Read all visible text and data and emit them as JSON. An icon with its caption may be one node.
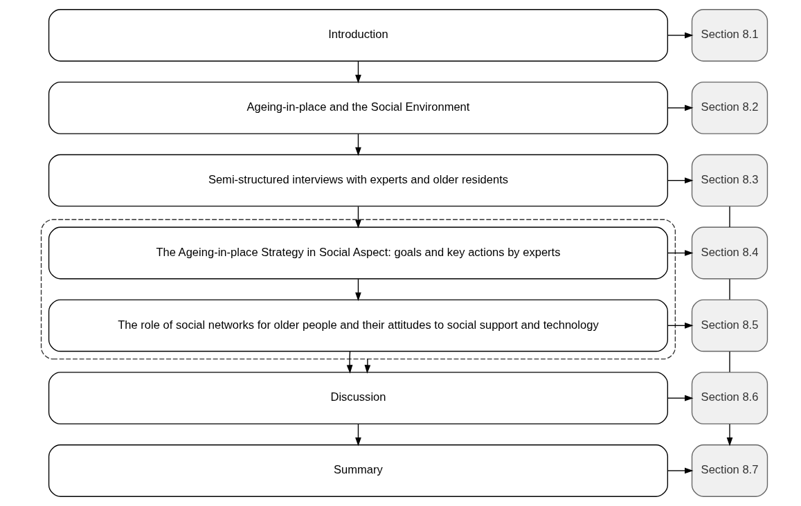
{
  "diagram": {
    "nodes": [
      {
        "text": [
          "Introduction"
        ]
      },
      {
        "text": [
          "Ageing-in-place and the Social Environment"
        ]
      },
      {
        "text": [
          "Semi-structured interviews with experts and older residents"
        ]
      },
      {
        "text": [],
        "shape": "box"
      },
      {
        "text": [
          "The Ageing-in-place Strategy in Social Aspect: goals and key actions by experts"
        ],
        "in": 3
      },
      {
        "text": [
          "The role of social networks for older people and their attitudes to social support and technology"
        ],
        "in": 3
      },
      {
        "text": [
          "Discussion"
        ]
      },
      {
        "text": [
          "Summary"
        ]
      },
      {
        "text": [
          "Section 8.1"
        ]
      },
      {
        "text": [
          "Section 8.2"
        ]
      },
      {
        "text": [
          "Section 8.3"
        ]
      },
      {
        "text": [
          "Section 8.4"
        ]
      },
      {
        "text": [
          "Section 8.5"
        ]
      },
      {
        "text": [
          "Section 8.6"
        ]
      },
      {
        "text": [
          "Section 8.7"
        ]
      }
    ],
    "edges": [
      {
        "from": 0,
        "to": 1,
        "arrow": "to"
      },
      {
        "from": 1,
        "to": 2,
        "arrow": "to"
      },
      {
        "from": 2,
        "to": 4,
        "arrow": "to"
      },
      {
        "from": 4,
        "to": 5,
        "arrow": "to"
      },
      {
        "from": 5,
        "to": 6,
        "arrow": "to"
      },
      {
        "from": 3,
        "to": 6,
        "arrow": "to"
      },
      {
        "from": 6,
        "to": 7,
        "arrow": "to"
      },
      {
        "from": 0,
        "to": 8,
        "arrow": "to"
      },
      {
        "from": 1,
        "to": 9,
        "arrow": "to"
      },
      {
        "from": 2,
        "to": 10,
        "arrow": "to"
      },
      {
        "from": 4,
        "to": 11,
        "arrow": "to"
      },
      {
        "from": 5,
        "to": 12,
        "arrow": "to"
      },
      {
        "from": 6,
        "to": 13,
        "arrow": "to"
      },
      {
        "from": 7,
        "to": 14,
        "arrow": "to"
      },
      {
        "from": 10,
        "to": 11,
        "arrow": "none"
      },
      {
        "from": 11,
        "to": 12,
        "arrow": "none"
      },
      {
        "from": 12,
        "to": 13,
        "arrow": "none"
      },
      {
        "from": 13,
        "to": 14,
        "arrow": "to"
      }
    ]
  }
}
